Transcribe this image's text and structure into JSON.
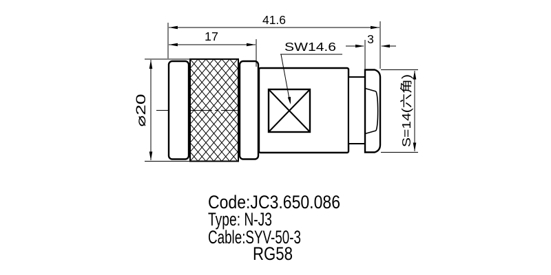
{
  "drawing": {
    "title_hint": "N connector technical drawing",
    "ink_color": "#000000",
    "background_color": "#ffffff",
    "dimensions": {
      "overall_length": "41.6",
      "front_length": "17",
      "hex_width": "3",
      "wrench_size": "SW14.6",
      "knurl_diameter": "⌀20",
      "hex_across_flats": "S=14(六角)"
    },
    "notes": {
      "code": "Code:JC3.650.086",
      "type": "Type: N-J3",
      "cable": "Cable:SYV-50-3",
      "cable_alt": "RG58"
    }
  }
}
